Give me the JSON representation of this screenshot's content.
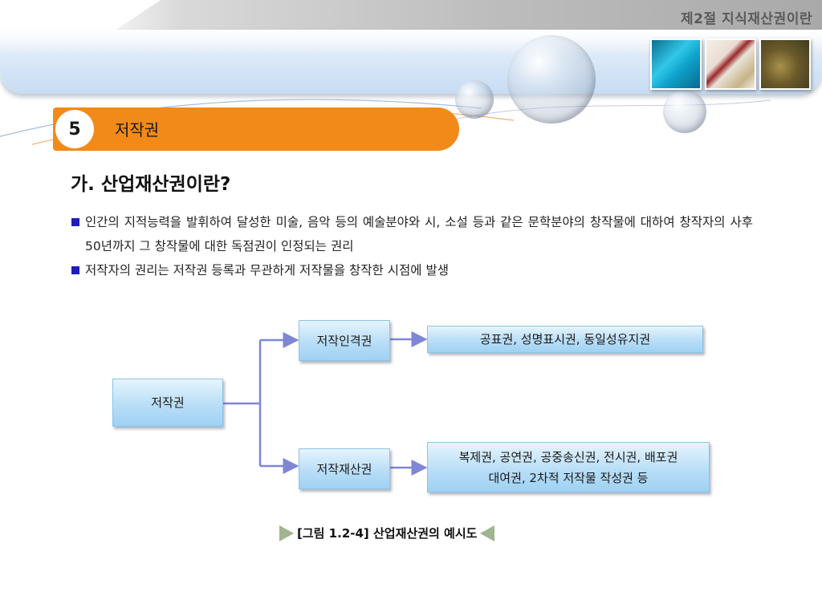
{
  "header": {
    "chapter_title": "제2절 지식재산권이란"
  },
  "section": {
    "number": "5",
    "title": "저작권"
  },
  "heading": "가. 산업재산권이란?",
  "bullets": [
    {
      "text": "인간의 지적능력을 발휘하여 달성한 미술, 음악 등의 예술분야와 시, 소설 등과 같은 문학분야의 창작물에 대하여 창작자의 사후 50년까지 그 창작물에 대한 독점권이 인정되는 권리"
    },
    {
      "text": "저작자의 권리는 저작권 등록과 무관하게 저작물을 창작한 시점에 발생"
    }
  ],
  "diagram": {
    "root": "저작권",
    "branches": [
      {
        "label": "저작인격권",
        "detail": "공표권, 성명표시권, 동일성유지권"
      },
      {
        "label": "저작재산권",
        "detail_line1": "복제권, 공연권, 공중송신권, 전시권, 배포권",
        "detail_line2": "대여권, 2차적 저작물 작성권 등"
      }
    ],
    "caption": "[그림 1.2-4] 산업재산권의 예시도"
  },
  "colors": {
    "accent_orange": "#f28a1a",
    "box_blue": "#b9def7",
    "bullet_blue": "#1d1dbe",
    "arrow": "#7e86d6"
  },
  "icons": {
    "thumbnails": [
      "fabric-photo",
      "document-photo",
      "plant-photo"
    ],
    "caption_markers": [
      "triangle-right-icon",
      "triangle-left-icon"
    ]
  }
}
